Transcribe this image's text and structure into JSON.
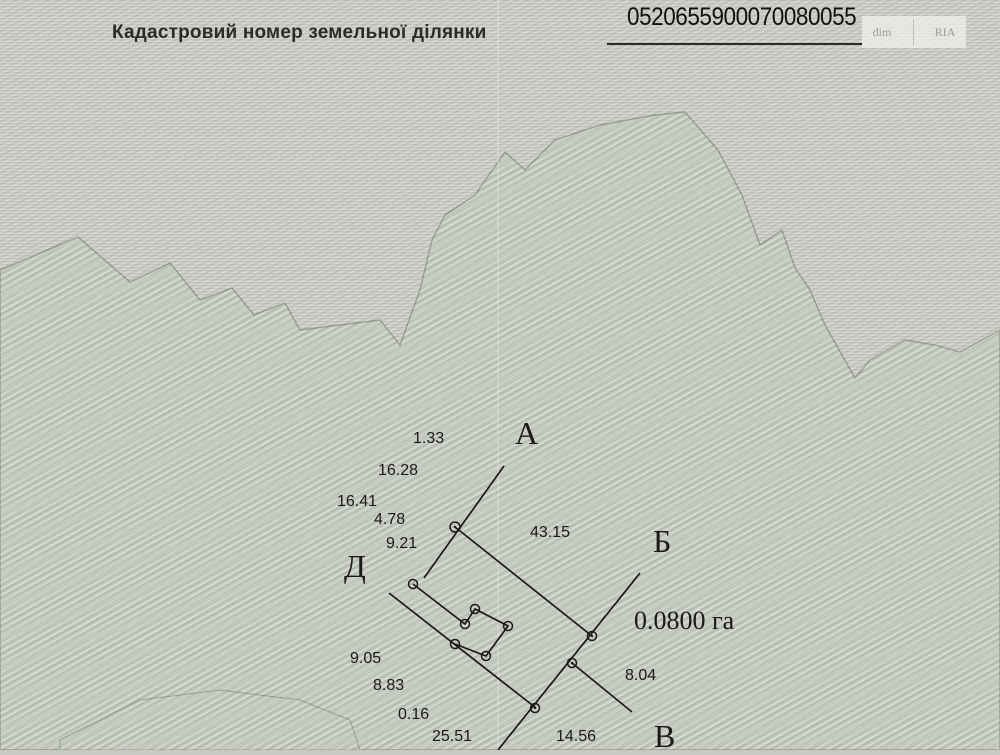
{
  "header": {
    "label": "Кадастровий номер земельної ділянки",
    "cadastral_number": "0520655900070080055"
  },
  "watermark": {
    "left_text": "dim",
    "right_text": "RIA"
  },
  "plan": {
    "corner_labels": {
      "a": "А",
      "b": "Б",
      "v": "В",
      "d": "Д"
    },
    "area": "0.0800 га",
    "measurements": {
      "m1": "1.33",
      "m2": "16.28",
      "m3": "16.41",
      "m4": "4.78",
      "m5": "9.21",
      "m6": "43.15",
      "m7": "9.05",
      "m8": "8.83",
      "m9": "0.16",
      "m10": "25.51",
      "m11": "8.04",
      "m12": "14.56"
    }
  },
  "colors": {
    "paper": "#cbcac4",
    "mountain_fill": "#c3c8bd",
    "ink": "#1a1a1a"
  }
}
